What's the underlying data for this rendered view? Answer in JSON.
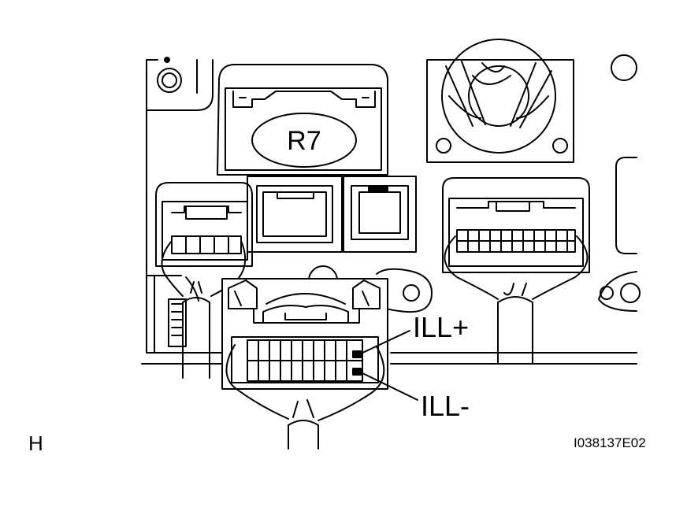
{
  "connector_name": "R7",
  "callouts": {
    "ill_plus": "ILL+",
    "ill_minus": "ILL-"
  },
  "view_letter": "H",
  "figure_id": "I038137E02",
  "colors": {
    "line": "#000000",
    "background": "#ffffff"
  }
}
